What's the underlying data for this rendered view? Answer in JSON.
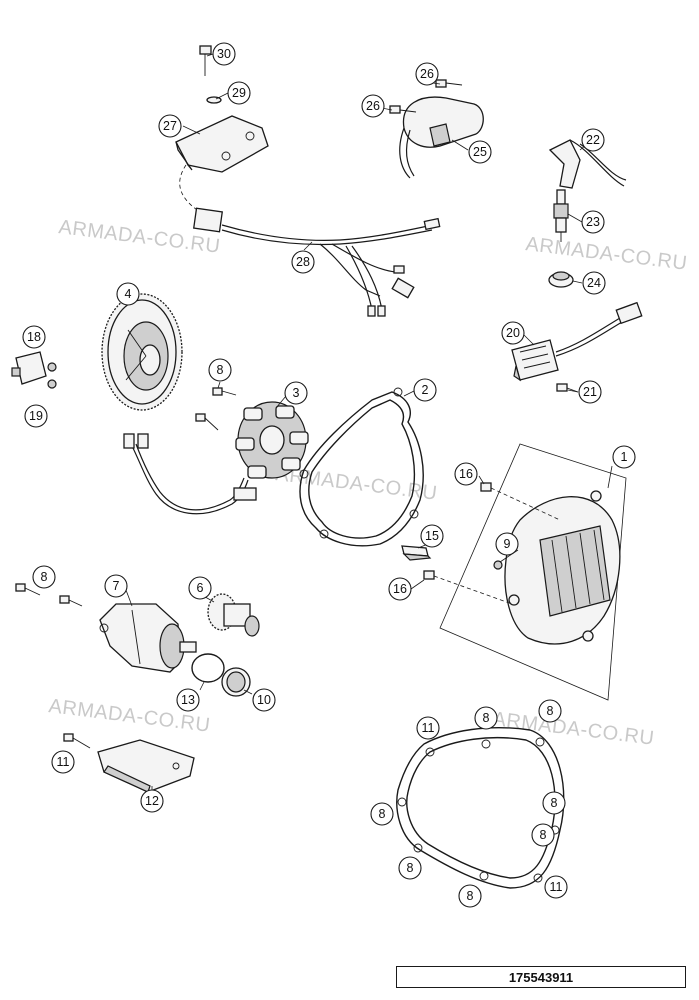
{
  "diagram": {
    "reference_number": "175543911",
    "watermark_text": "ARMADA-CO.RU",
    "callouts": [
      "1",
      "2",
      "3",
      "4",
      "6",
      "7",
      "8",
      "9",
      "10",
      "11",
      "12",
      "13",
      "15",
      "16",
      "18",
      "19",
      "20",
      "21",
      "22",
      "23",
      "24",
      "25",
      "26",
      "27",
      "28",
      "29",
      "30"
    ]
  }
}
